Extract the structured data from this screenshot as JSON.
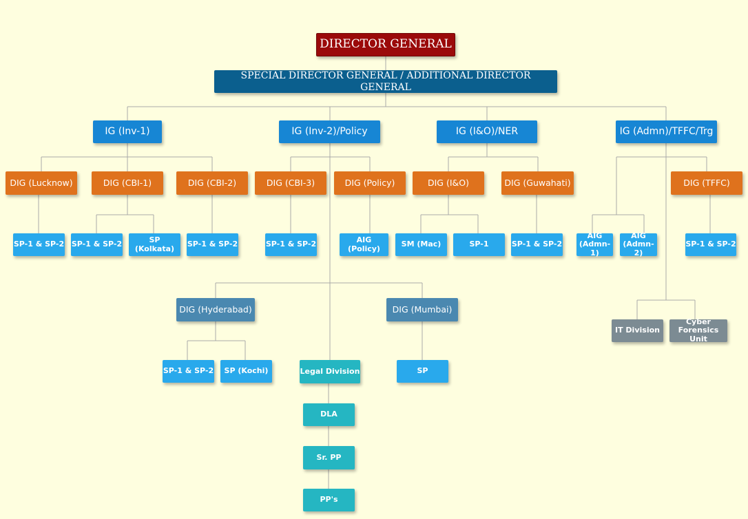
{
  "org": {
    "dg": "DIRECTOR GENERAL",
    "sdg": "SPECIAL DIRECTOR GENERAL / ADDITIONAL DIRECTOR GENERAL",
    "ig": [
      "IG (Inv-1)",
      "IG (Inv-2)/Policy",
      "IG (I&O)/NER",
      "IG (Admn)/TFFC/Trg"
    ],
    "dig": {
      "lucknow": "DIG (Lucknow)",
      "cbi1": "DIG (CBI-1)",
      "cbi2": "DIG (CBI-2)",
      "cbi3": "DIG (CBI-3)",
      "policy": "DIG (Policy)",
      "io": "DIG (I&O)",
      "guwahati": "DIG (Guwahati)",
      "tffc": "DIG (TFFC)",
      "hyderabad": "DIG (Hyderabad)",
      "mumbai": "DIG (Mumbai)"
    },
    "units": {
      "sp12": "SP-1 & SP-2",
      "sp_kolkata": "SP (Kolkata)",
      "aig_policy": "AIG (Policy)",
      "sm_mac": "SM (Mac)",
      "sp1": "SP-1",
      "aig_admn1": "AIG (Admn-1)",
      "aig_admn2": "AIG (Admn-2)",
      "sp_kochi": "SP (Kochi)",
      "sp": "SP",
      "legal": "Legal Division",
      "dla": "DLA",
      "sr_pp": "Sr. PP",
      "pps": "PP's",
      "it": "IT Division",
      "cyber": "Cyber Forensics Unit"
    }
  }
}
